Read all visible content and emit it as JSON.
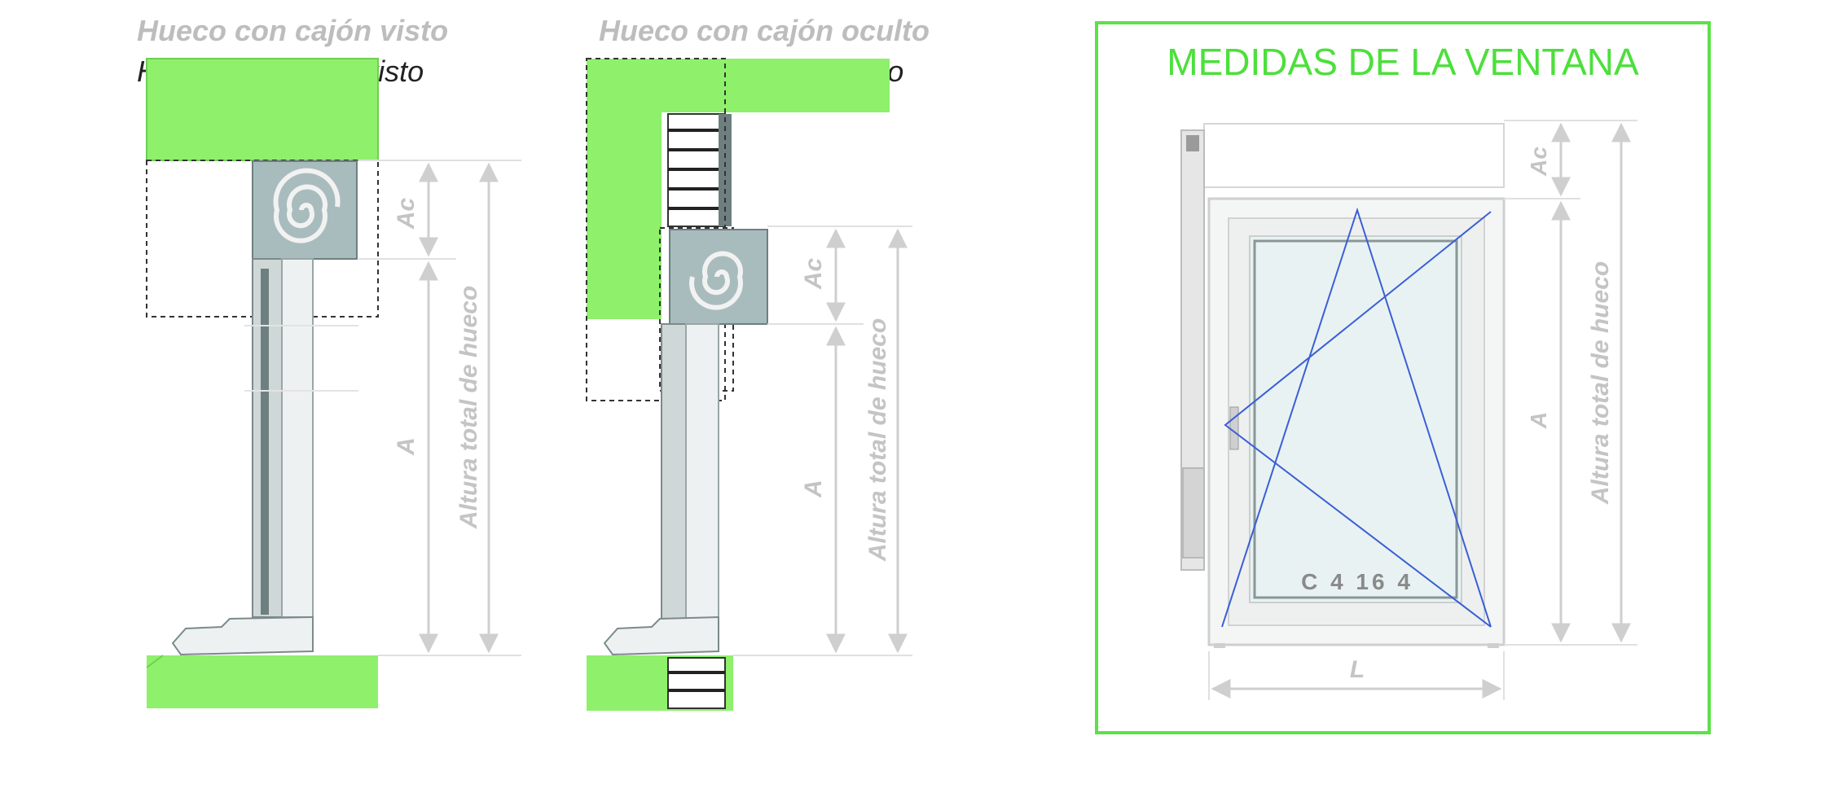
{
  "colors": {
    "wall_green": "#8ef06b",
    "frame_green": "#5de04a",
    "title_green": "#4ddf3c",
    "box_gray": "#a9bcbd",
    "dimension_gray": "#cfcfcf",
    "sash_lines": "#3a5fd6"
  },
  "left_detail": {
    "caption": "Hueco con cajón visto",
    "label_ac": "Ac",
    "label_a": "A",
    "label_total": "Altura total de hueco"
  },
  "middle_detail": {
    "caption": "Hueco con cajón oculto",
    "label_ac": "Ac",
    "label_a": "A",
    "label_total": "Altura total de hueco"
  },
  "right_panel": {
    "title": "MEDIDAS DE LA VENTANA",
    "glass_code": "C 4 16 4",
    "label_ac": "Ac",
    "label_a": "A",
    "label_total": "Altura total de hueco",
    "label_l": "L"
  }
}
